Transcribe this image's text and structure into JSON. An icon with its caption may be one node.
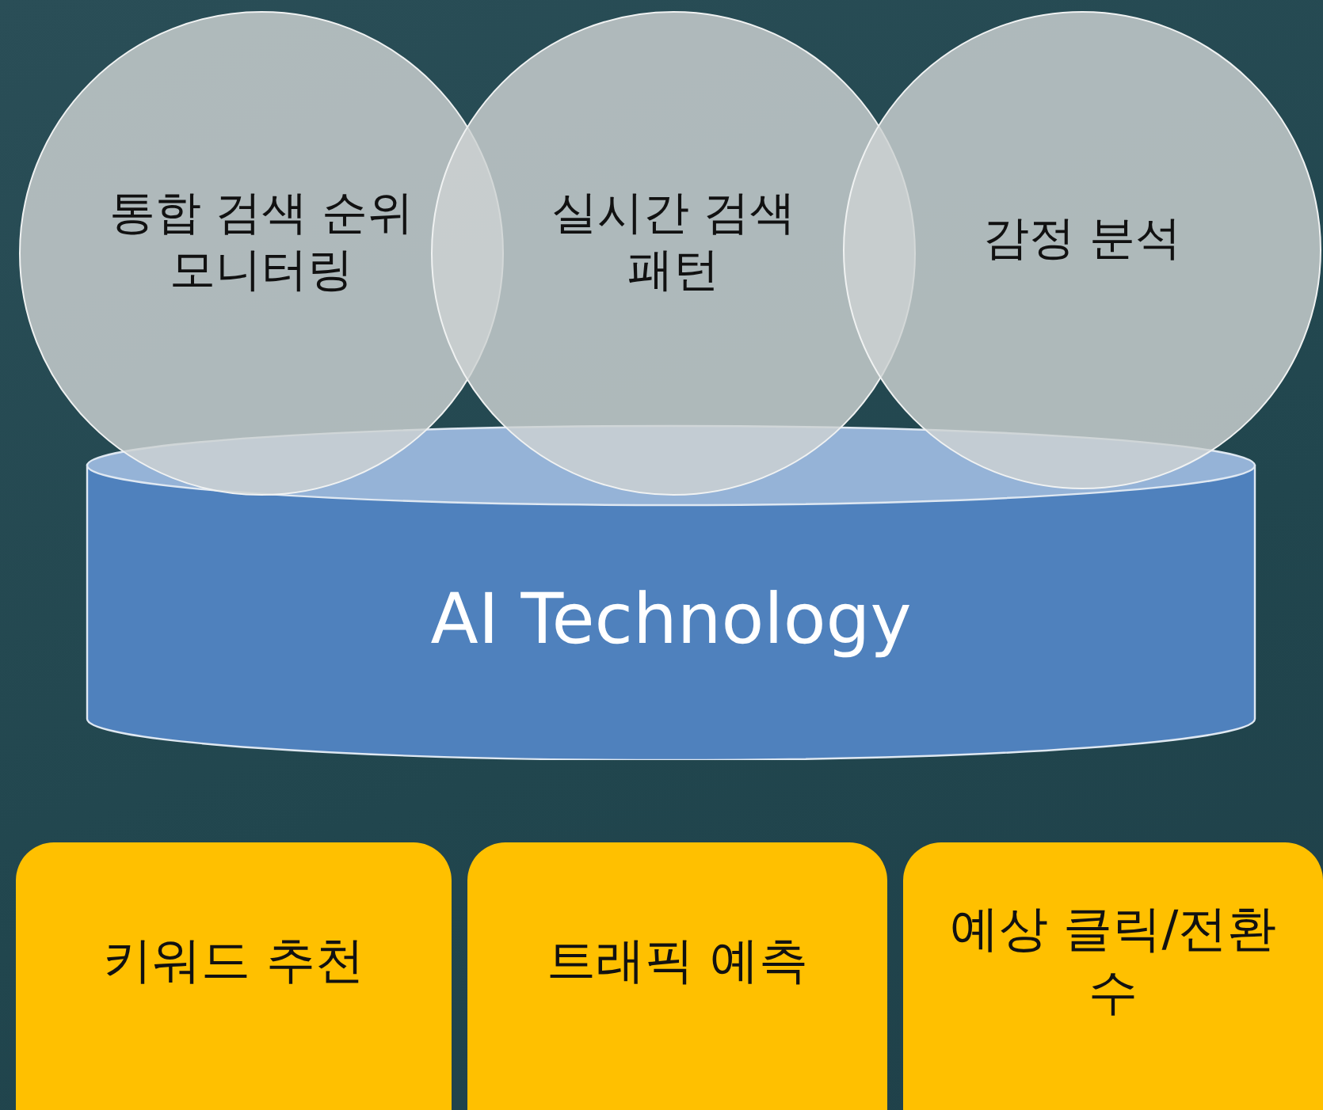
{
  "diagram": {
    "nodes": [
      {
        "text": [
          "통합 검색 순위 모니터링"
        ]
      },
      {
        "text": [
          "실시간 검색 패턴"
        ]
      },
      {
        "text": [
          "감정 분석"
        ]
      },
      {
        "text": [
          "AI Technology"
        ]
      },
      {
        "text": [
          "키워드 추천"
        ]
      },
      {
        "text": [
          "트래픽 예측"
        ]
      },
      {
        "text": [
          "예상 클릭/전환 수"
        ]
      }
    ]
  }
}
